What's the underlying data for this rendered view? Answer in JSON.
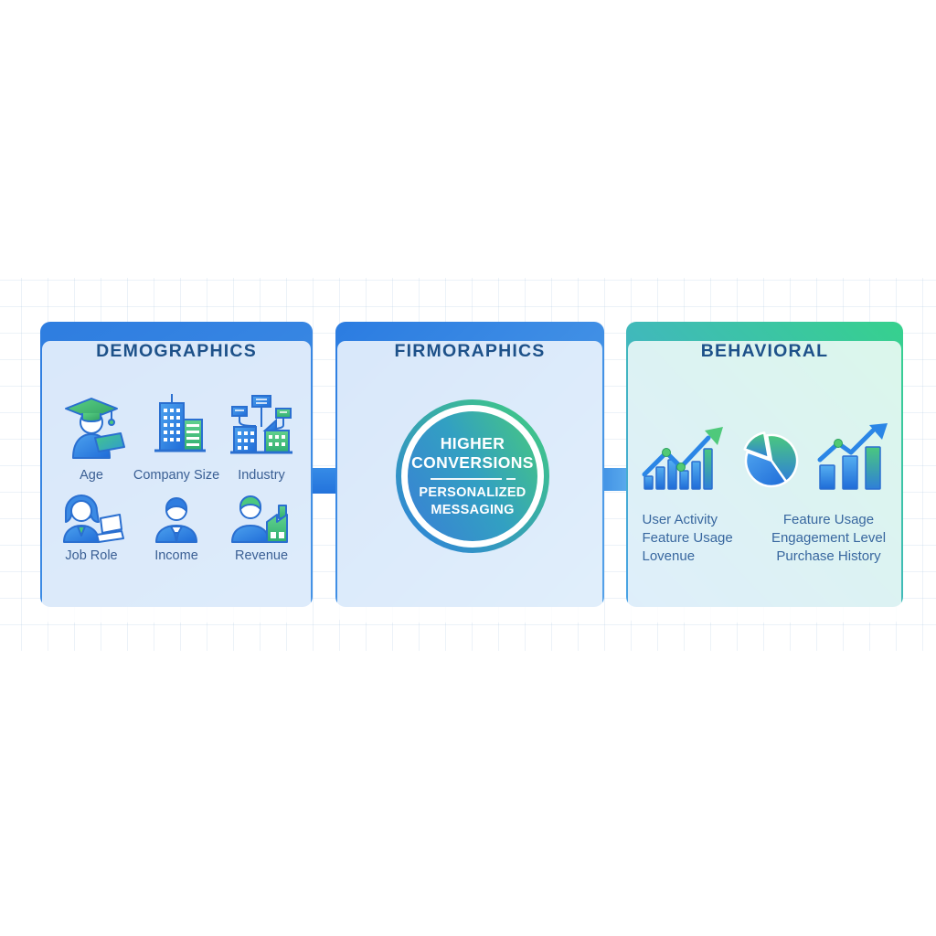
{
  "diagram": {
    "panels": [
      {
        "title": "DEMOGRAPHICS",
        "items": [
          {
            "label": "Age",
            "icon": "graduate-laptop-icon"
          },
          {
            "label": "Company Size",
            "icon": "buildings-icon"
          },
          {
            "label": "Industry",
            "icon": "connected-buildings-icon"
          },
          {
            "label": "Job Role",
            "icon": "professional-woman-laptop-icon"
          },
          {
            "label": "Income",
            "icon": "businessman-icon"
          },
          {
            "label": "Revenue",
            "icon": "worker-factory-icon"
          }
        ]
      },
      {
        "title": "FIRMORAPHICS",
        "center_badge": {
          "line1": "HIGHER",
          "line2": "CONVERSIONS",
          "line3": "PERSONALIZED",
          "line4": "MESSAGING"
        }
      },
      {
        "title": "BEHAVIORAL",
        "icons": [
          "trend-line-bar-chart-icon",
          "pie-chart-icon",
          "growth-bar-chart-icon"
        ],
        "columns": [
          {
            "items": [
              "User Activity",
              "Feature Usage",
              "Lovenue"
            ]
          },
          {
            "items": [
              "Feature Usage",
              "Engagement Level",
              "Purchase History"
            ]
          }
        ]
      }
    ],
    "colors": {
      "blue": "#2c7de2",
      "green": "#47c97c",
      "title_text": "#1d5189",
      "label_text": "#3a5f94"
    }
  }
}
